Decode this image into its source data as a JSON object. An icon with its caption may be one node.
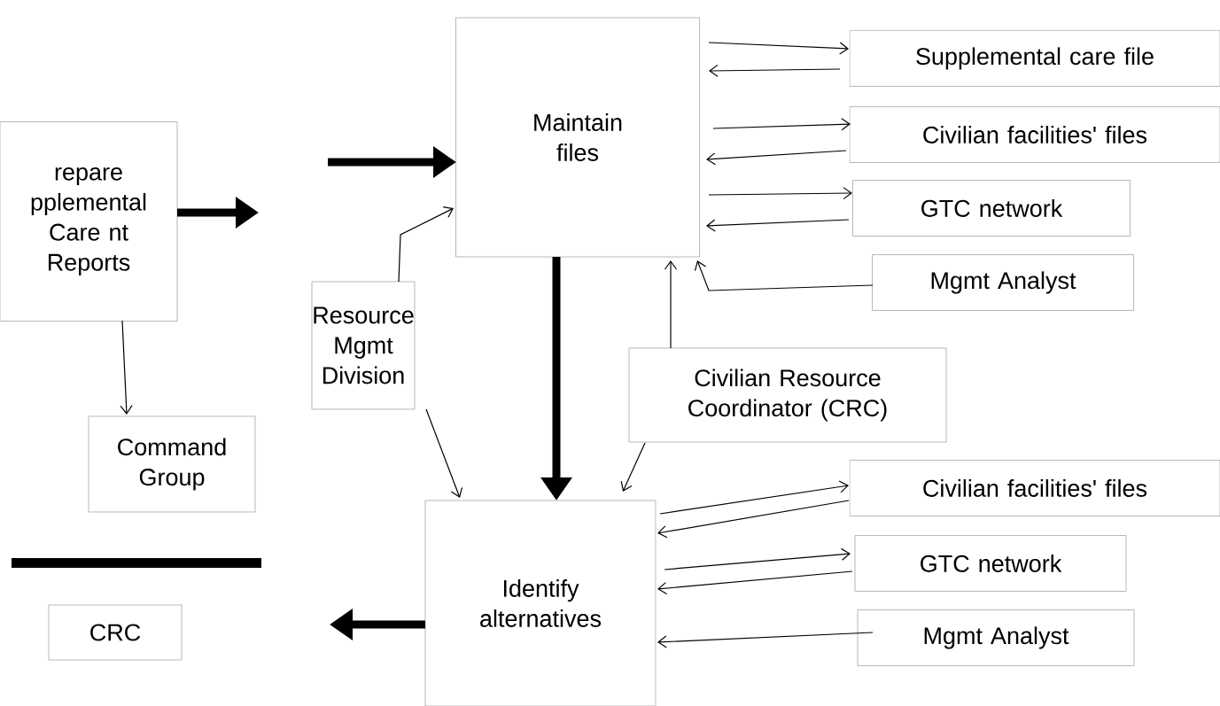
{
  "diagram": {
    "nodes": [
      {
        "text": [
          "repare pplemental Care nt Reports"
        ]
      },
      {
        "text": [
          "Command Group"
        ]
      },
      {
        "text": [
          "CRC"
        ]
      },
      {
        "text": [
          "Maintain files"
        ]
      },
      {
        "text": [
          "Supplemental care file"
        ]
      },
      {
        "text": [
          "Civilian facilities' files"
        ]
      },
      {
        "text": [
          "GTC network"
        ]
      },
      {
        "text": [
          "Mgmt Analyst"
        ]
      },
      {
        "text": [
          "Resource Mgmt Division"
        ]
      },
      {
        "text": [
          "Civilian Resource Coordinator (CRC)"
        ]
      },
      {
        "text": [
          "Identify alternatives"
        ]
      },
      {
        "text": [
          "Civilian facilities' files"
        ]
      },
      {
        "text": [
          "GTC network"
        ]
      },
      {
        "text": [
          "Mgmt Analyst"
        ]
      }
    ],
    "edges": [
      {
        "from": 0,
        "to": null,
        "arrow": "to",
        "style": "thick"
      },
      {
        "from": null,
        "to": 3,
        "arrow": "to",
        "style": "thick"
      },
      {
        "from": 0,
        "to": 1,
        "arrow": "to"
      },
      {
        "from": 3,
        "to": 4,
        "arrow": "to"
      },
      {
        "from": 4,
        "to": 3,
        "arrow": "to"
      },
      {
        "from": 3,
        "to": 5,
        "arrow": "to"
      },
      {
        "from": 5,
        "to": 3,
        "arrow": "to"
      },
      {
        "from": 3,
        "to": 6,
        "arrow": "to"
      },
      {
        "from": 6,
        "to": 3,
        "arrow": "to"
      },
      {
        "from": 7,
        "to": 3,
        "arrow": "to"
      },
      {
        "from": 8,
        "to": 3,
        "arrow": "to"
      },
      {
        "from": 9,
        "to": 3,
        "arrow": "to"
      },
      {
        "from": 3,
        "to": 10,
        "arrow": "to",
        "style": "thick"
      },
      {
        "from": 8,
        "to": 10,
        "arrow": "to"
      },
      {
        "from": 9,
        "to": 10,
        "arrow": "to"
      },
      {
        "from": 10,
        "to": 11,
        "arrow": "to"
      },
      {
        "from": 11,
        "to": 10,
        "arrow": "to"
      },
      {
        "from": 10,
        "to": 12,
        "arrow": "to"
      },
      {
        "from": 12,
        "to": 10,
        "arrow": "to"
      },
      {
        "from": 13,
        "to": 10,
        "arrow": "to"
      },
      {
        "from": 10,
        "to": null,
        "arrow": "to",
        "style": "thick"
      }
    ]
  }
}
